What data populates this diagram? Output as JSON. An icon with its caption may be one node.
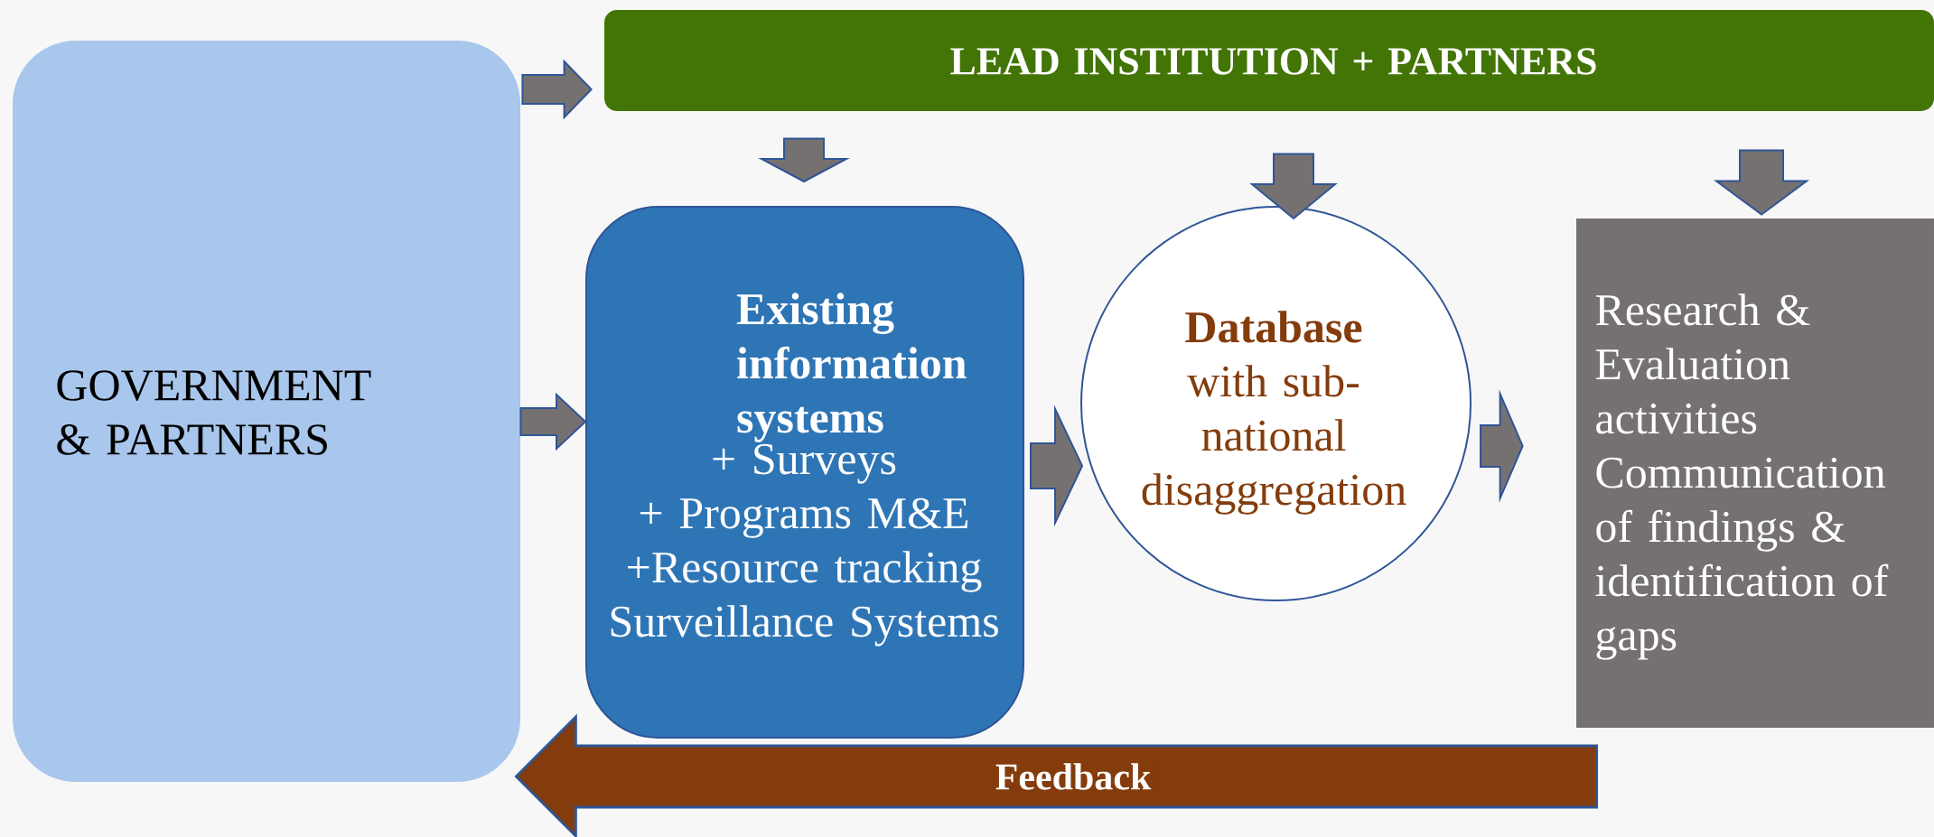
{
  "diagram": {
    "nodes": [
      {
        "text": [
          "GOVERNMENT & PARTNERS"
        ]
      },
      {
        "text": [
          "LEAD INSTITUTION + PARTNERS"
        ]
      },
      {
        "text": [
          "Existing information systems",
          "+ Surveys",
          "+ Programs M&E",
          "+Resource tracking",
          "Surveillance Systems"
        ]
      },
      {
        "text": [
          "Database",
          "with sub-national disaggregation"
        ]
      },
      {
        "text": [
          "Research & Evaluation activities",
          "Communication of findings & identification of gaps"
        ]
      }
    ],
    "edges": [
      {
        "from": 0,
        "to": 1,
        "arrow": "to"
      },
      {
        "from": 1,
        "to": 2,
        "arrow": "to"
      },
      {
        "from": 1,
        "to": 3,
        "arrow": "to"
      },
      {
        "from": 1,
        "to": 4,
        "arrow": "to"
      },
      {
        "from": 0,
        "to": 2,
        "arrow": "to"
      },
      {
        "from": 2,
        "to": 3,
        "arrow": "to"
      },
      {
        "from": 3,
        "to": 4,
        "arrow": "to"
      },
      {
        "from": 4,
        "to": 0,
        "arrow": "to",
        "label": "Feedback",
        "style": "thick",
        "color": "#843c0c"
      }
    ]
  }
}
